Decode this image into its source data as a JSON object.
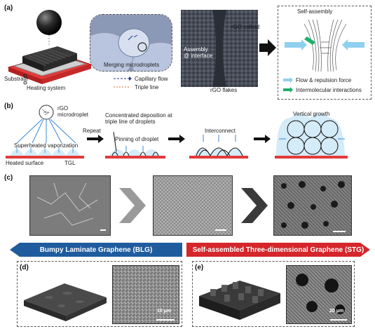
{
  "panels": {
    "a": {
      "letter": "(a)",
      "substrate": "Substrate",
      "heating": "Heating system",
      "merging": "Merging microdroplets",
      "capillary": "Capillary flow",
      "triple": "Triple line",
      "rgo_colloid": "rGO colloid",
      "assembly": "Assembly\n@ interface",
      "rgo_flakes": "rGO flakes",
      "self_assembly": "Self-assembly",
      "flow_force": "Flow & repulsion force",
      "intermolecular": "Intermolecular interactions"
    },
    "b": {
      "letter": "(b)",
      "rgo_micro": "rGO\nmicrodroplet",
      "superheated": "Superheated vaporization",
      "heated_surface": "Heated surface",
      "tgl": "TGL",
      "repeat": "Repeat",
      "concentrated": "Concentrated deposition at\ntriple line of droplets",
      "pinning": "Pinning of droplet",
      "interconnect": "Interconnect",
      "vertical": "Vertical growth"
    },
    "c": {
      "letter": "(c)"
    },
    "bands": {
      "blg": "Bumpy Laminate Graphene (BLG)",
      "stg": "Self-assembled Three-dimensional Graphene (STG)"
    },
    "d": {
      "letter": "(d)",
      "scale": "10 μm"
    },
    "e": {
      "letter": "(e)",
      "scale": "20 μm"
    }
  },
  "colors": {
    "blue_band": "#1f5c9e",
    "red_band": "#d4262b",
    "substrate_red": "#e23a3a"
  }
}
